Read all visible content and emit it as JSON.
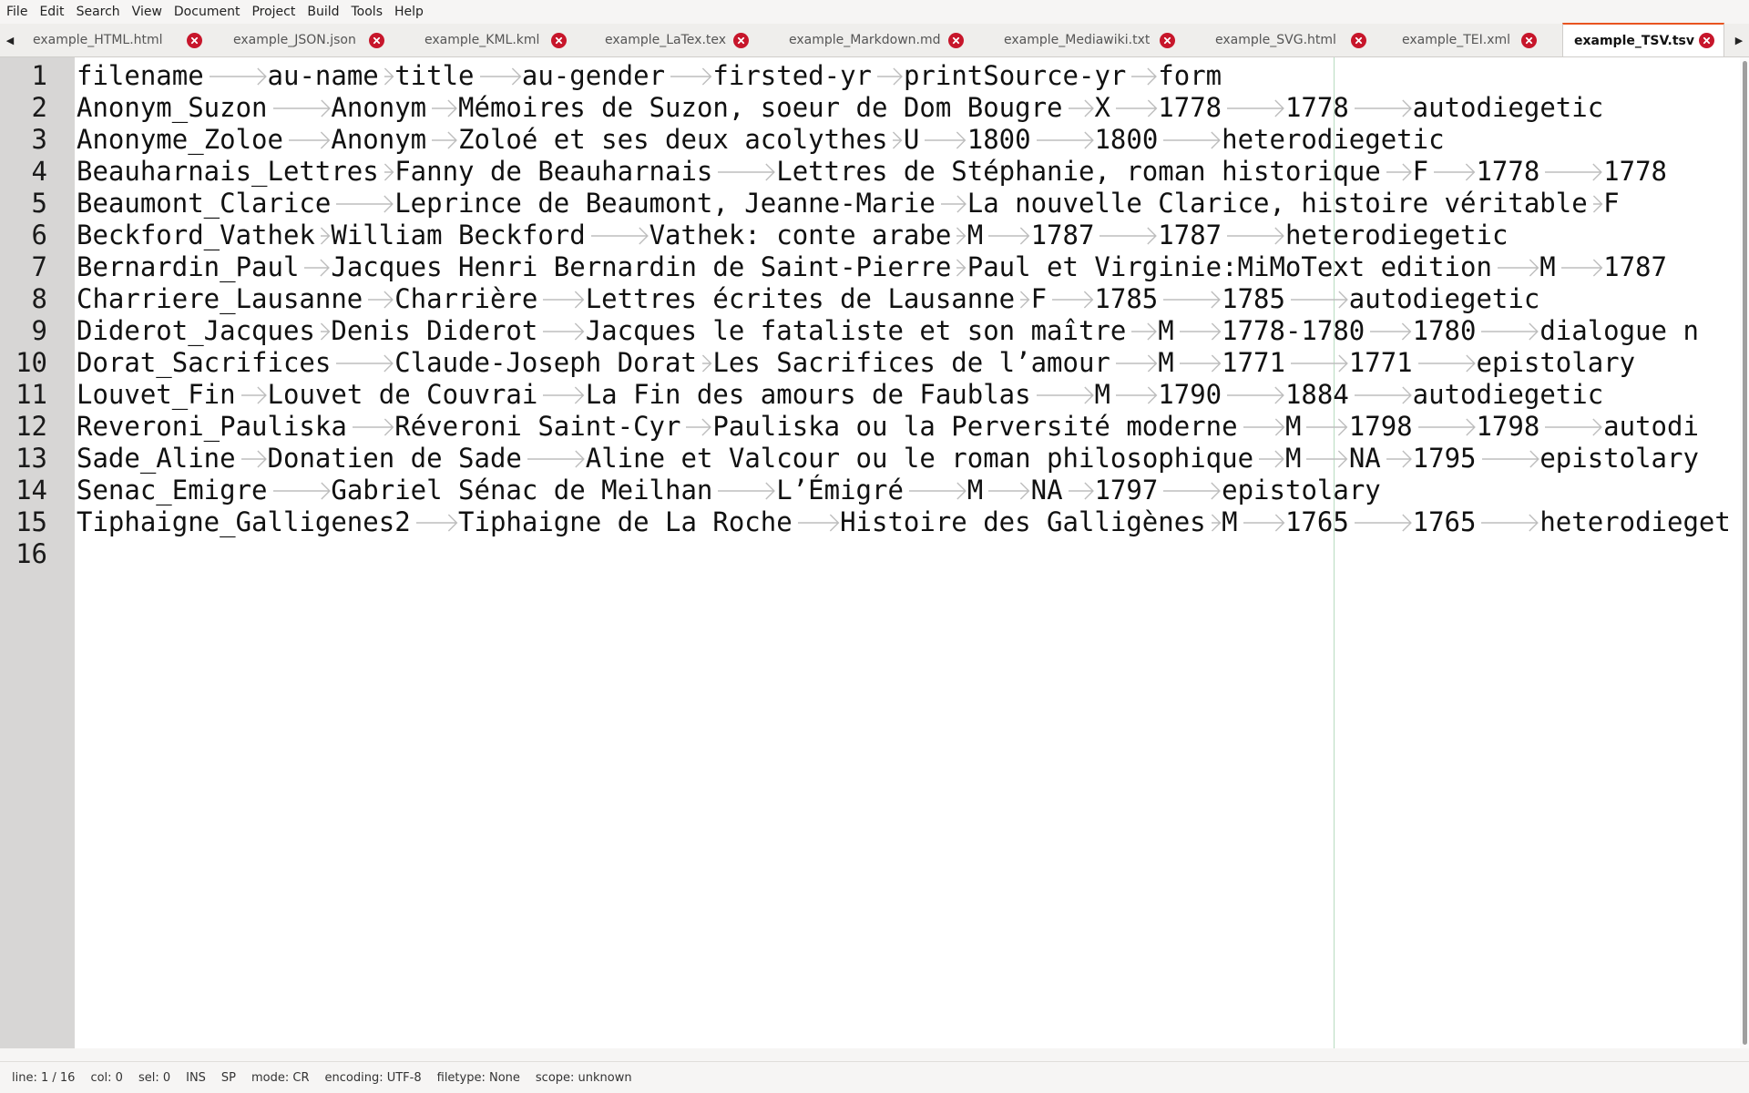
{
  "menubar": {
    "items": [
      "File",
      "Edit",
      "Search",
      "View",
      "Document",
      "Project",
      "Build",
      "Tools",
      "Help"
    ]
  },
  "tabs": [
    {
      "label": "example_HTML.html",
      "active": false
    },
    {
      "label": "example_JSON.json",
      "active": false
    },
    {
      "label": "example_KML.kml",
      "active": false
    },
    {
      "label": "example_LaTex.tex",
      "active": false
    },
    {
      "label": "example_Markdown.md",
      "active": false
    },
    {
      "label": "example_Mediawiki.txt",
      "active": false
    },
    {
      "label": "example_SVG.html",
      "active": false
    },
    {
      "label": "example_TEI.xml",
      "active": false
    },
    {
      "label": "example_TSV.tsv",
      "active": true
    }
  ],
  "icons": {
    "tab_scroll_left": "triangle-left-icon",
    "tab_scroll_right": "triangle-right-icon",
    "tab_close": "close-icon",
    "tab_char": "tab-arrow-icon"
  },
  "colors": {
    "close_badge": "#c7162b",
    "active_tab_accent": "#e95420",
    "gutter": "#d7d6d5",
    "tab_arrow": "#bdbdbd",
    "long_line_marker": "#b8dcc0"
  },
  "editor": {
    "line_numbers": [
      "1",
      "2",
      "3",
      "4",
      "5",
      "6",
      "7",
      "8",
      "9",
      "10",
      "11",
      "12",
      "13",
      "14",
      "15",
      "16"
    ],
    "lines": [
      [
        "filename",
        "au-name",
        "title",
        "au-gender",
        "firsted-yr",
        "printSource-yr",
        "form"
      ],
      [
        "Anonym_Suzon",
        "Anonym",
        "Mémoires de Suzon, soeur de Dom Bougre",
        "X",
        "1778",
        "1778",
        "autodiegetic"
      ],
      [
        "Anonyme_Zoloe",
        "Anonym",
        "Zoloé et ses deux acolythes",
        "U",
        "1800",
        "1800",
        "heterodiegetic"
      ],
      [
        "Beauharnais_Lettres",
        "Fanny de Beauharnais",
        "Lettres de Stéphanie, roman historique",
        "F",
        "1778",
        "1778"
      ],
      [
        "Beaumont_Clarice",
        "Leprince de Beaumont, Jeanne-Marie",
        "La nouvelle Clarice, histoire véritable",
        "F"
      ],
      [
        "Beckford_Vathek",
        "William Beckford",
        "Vathek: conte arabe",
        "M",
        "1787",
        "1787",
        "heterodiegetic"
      ],
      [
        "Bernardin_Paul",
        "Jacques Henri Bernardin de Saint-Pierre",
        "Paul et Virginie:MiMoText edition",
        "M",
        "1787"
      ],
      [
        "Charriere_Lausanne",
        "Charrière",
        "Lettres écrites de Lausanne",
        "F",
        "1785",
        "1785",
        "autodiegetic"
      ],
      [
        "Diderot_Jacques",
        "Denis Diderot",
        "Jacques le fataliste et son maître",
        "M",
        "1778-1780",
        "1780",
        "dialogue n"
      ],
      [
        "Dorat_Sacrifices",
        "Claude-Joseph Dorat",
        "Les Sacrifices de l’amour",
        "M",
        "1771",
        "1771",
        "epistolary"
      ],
      [
        "Louvet_Fin",
        "Louvet de Couvrai",
        "La Fin des amours de Faublas",
        "M",
        "1790",
        "1884",
        "autodiegetic"
      ],
      [
        "Reveroni_Pauliska",
        "Réveroni Saint-Cyr",
        "Pauliska ou la Perversité moderne",
        "M",
        "1798",
        "1798",
        "autodi"
      ],
      [
        "Sade_Aline",
        "Donatien de Sade",
        "Aline et Valcour ou le roman philosophique",
        "M",
        "NA",
        "1795",
        "epistolary"
      ],
      [
        "Senac_Emigre",
        "Gabriel Sénac de Meilhan",
        "L’Émigré",
        "M",
        "NA",
        "1797",
        "epistolary"
      ],
      [
        "Tiphaigne_Galligenes2",
        "Tiphaigne de La Roche",
        "Histoire des Galligènes",
        "M",
        "1765",
        "1765",
        "heterodiegetic"
      ],
      []
    ]
  },
  "statusbar": {
    "items": [
      "line: 1 / 16",
      "col: 0",
      "sel: 0",
      "INS",
      "SP",
      "mode: CR",
      "encoding: UTF-8",
      "filetype: None",
      "scope: unknown"
    ]
  }
}
